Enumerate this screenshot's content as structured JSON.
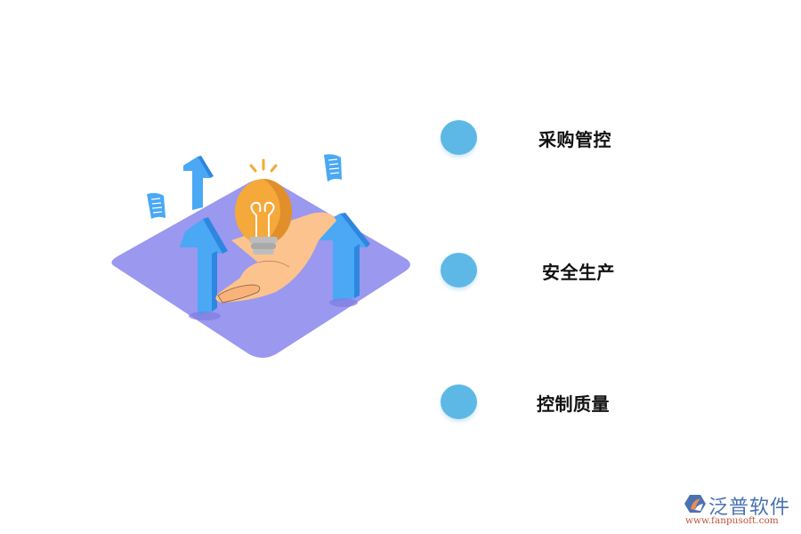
{
  "illustration": {
    "description": "Isometric hand holding a lightbulb on a purple platform with rising blue arrows and floating documents",
    "colors": {
      "platform": "#9a98ef",
      "arrow": "#4aa8f5",
      "arrow_side": "#2f86e0",
      "bulb": "#f5a93a",
      "bulb_shade": "#e08f2a",
      "hand": "#fcc38f",
      "socket": "#bdbdbd",
      "document": "#4aa8f5"
    }
  },
  "items": [
    {
      "label": "采购管控"
    },
    {
      "label": "安全生产"
    },
    {
      "label": "控制质量"
    }
  ],
  "colors": {
    "dot": "#5db8e6",
    "label": "#111111"
  },
  "logo": {
    "name": "泛普软件",
    "url": "www.fanpusoft.com"
  }
}
